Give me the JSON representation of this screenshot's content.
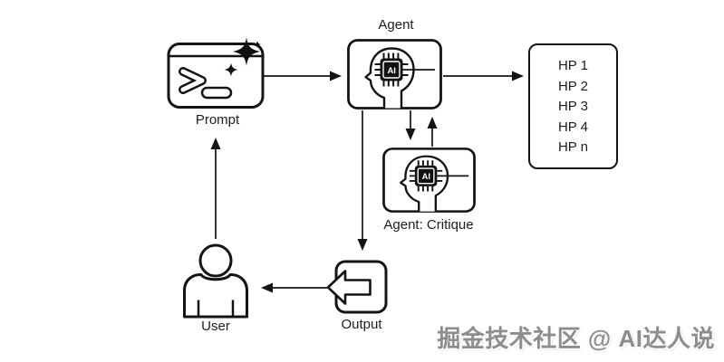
{
  "nodes": {
    "prompt": {
      "label": "Prompt",
      "icon": "terminal-sparkle-icon"
    },
    "agent": {
      "label": "Agent",
      "icon": "head-chip-ai-icon"
    },
    "critique": {
      "label": "Agent: Critique",
      "icon": "head-chip-ai-icon"
    },
    "hp_list": {
      "items": [
        "HP 1",
        "HP 2",
        "HP 3",
        "HP 4",
        "HP n"
      ]
    },
    "output": {
      "label": "Output",
      "icon": "exit-arrow-icon"
    },
    "user": {
      "label": "User",
      "icon": "person-icon"
    }
  },
  "icons": {
    "chip_text": "AI"
  },
  "connections": [
    {
      "from": "user",
      "to": "prompt"
    },
    {
      "from": "prompt",
      "to": "agent"
    },
    {
      "from": "agent",
      "to": "hp_list"
    },
    {
      "from": "agent",
      "to": "critique"
    },
    {
      "from": "critique",
      "to": "agent"
    },
    {
      "from": "agent",
      "to": "output"
    },
    {
      "from": "output",
      "to": "user"
    }
  ],
  "watermark": {
    "text": "掘金技术社区 @ AI达人说",
    "color": "#8d8d8d"
  },
  "colors": {
    "line": "#141414",
    "background": "#ffffff",
    "chip_fill": "#111111"
  }
}
